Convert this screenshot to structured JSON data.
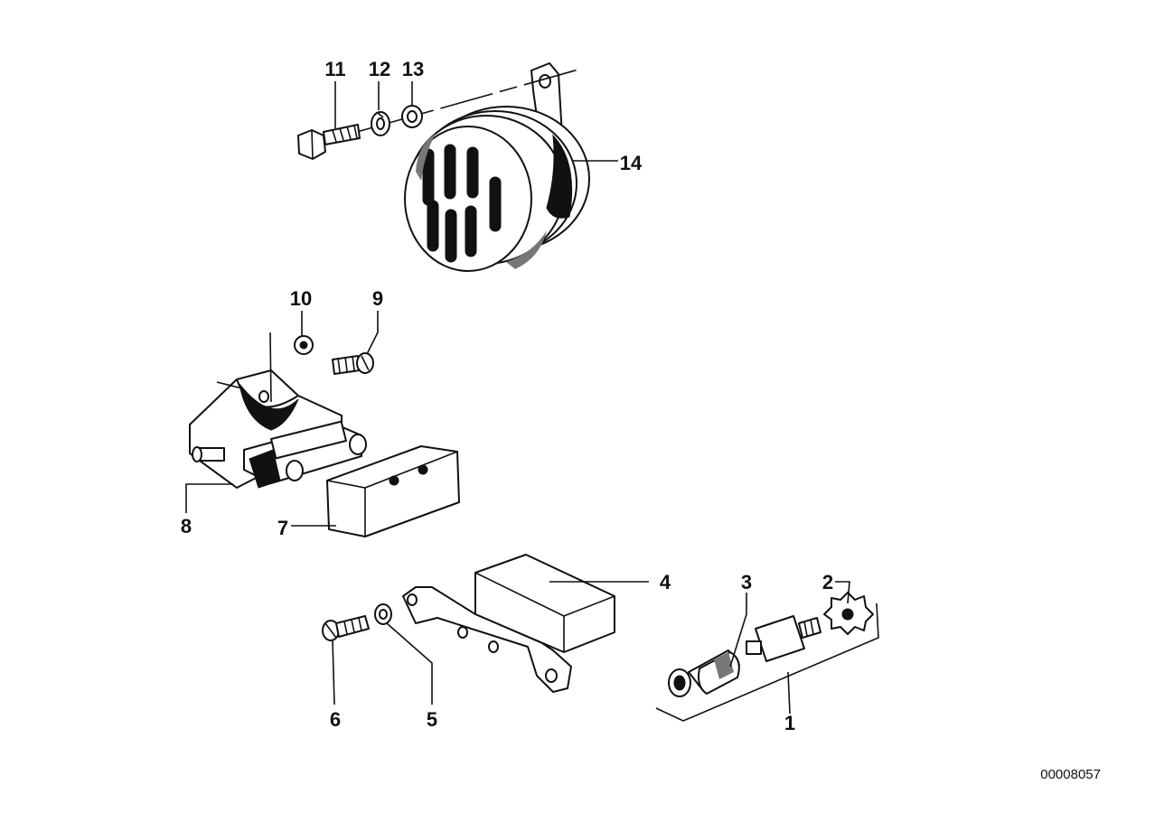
{
  "diagram": {
    "callouts": {
      "p1": "1",
      "p2": "2",
      "p3": "3",
      "p4": "4",
      "p5": "5",
      "p6": "6",
      "p7": "7",
      "p8": "8",
      "p9": "9",
      "p10": "10",
      "p11": "11",
      "p12": "12",
      "p13": "13",
      "p14": "14"
    },
    "document_id": "00008057"
  }
}
